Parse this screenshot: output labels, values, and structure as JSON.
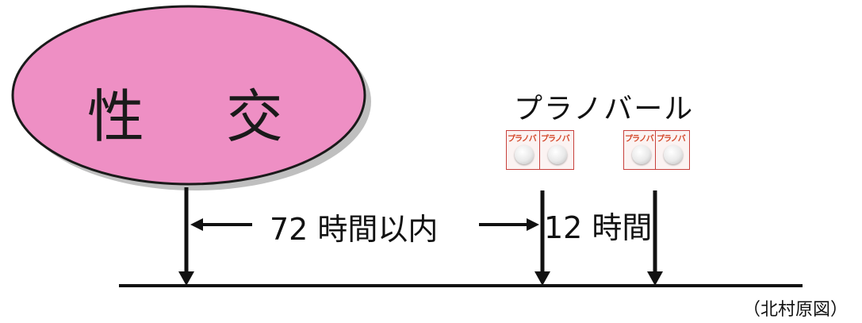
{
  "diagram": {
    "intercourse_label": "性 交",
    "drug_name": "プラノバール",
    "interval_72": "72 時間以内",
    "interval_12": "12 時間",
    "pack_label": "プラノバ",
    "credit": "（北村原図）"
  },
  "colors": {
    "ellipse_fill": "#ee8fc4",
    "ellipse_stroke": "#1a1a1a",
    "line": "#111111",
    "pack_border": "#c8403c"
  }
}
